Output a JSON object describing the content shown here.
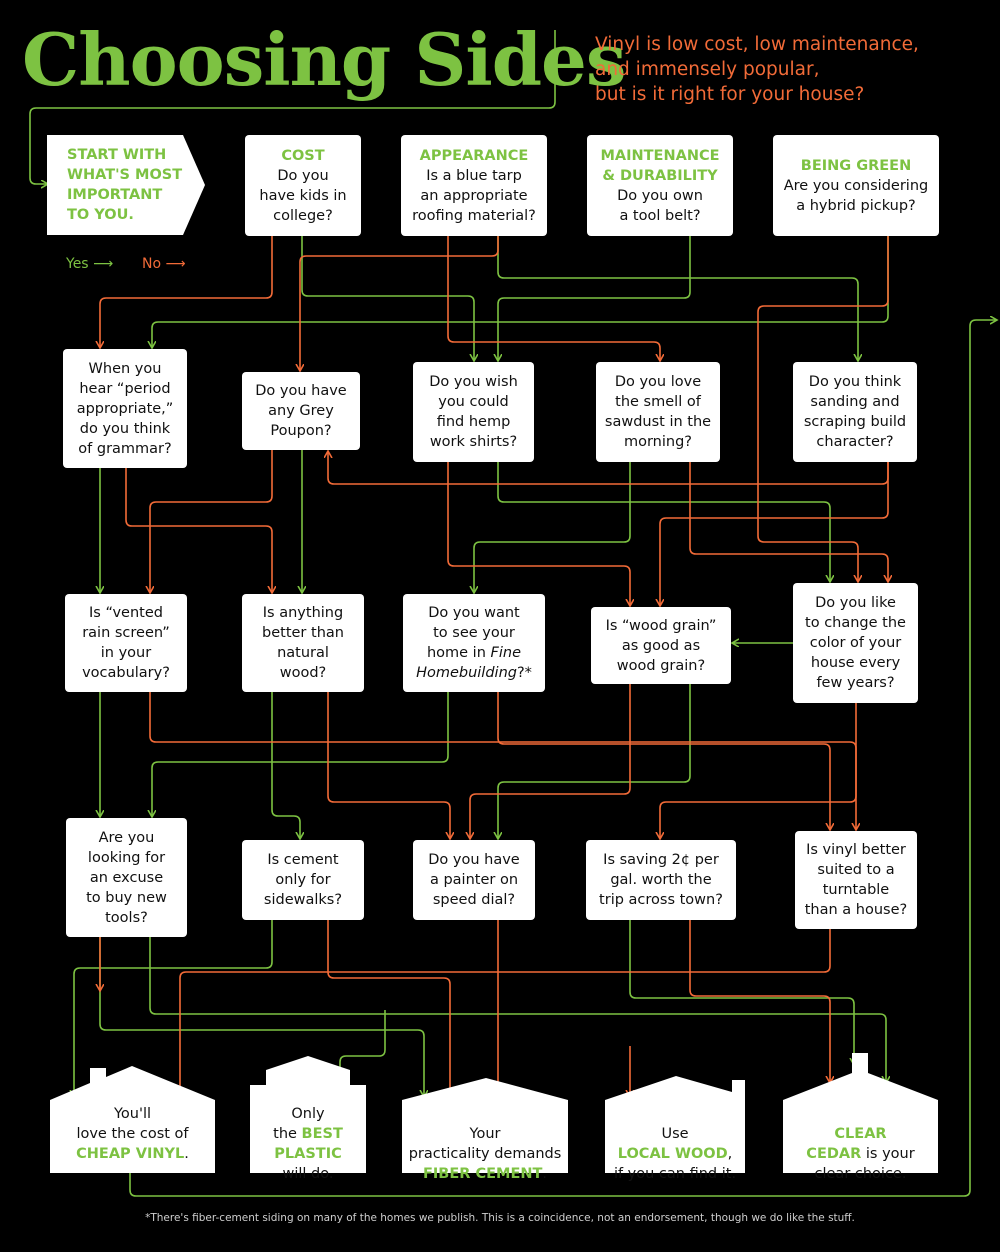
{
  "header": {
    "title": "Choosing Sides",
    "subtitle_lines": [
      "Vinyl is low cost, low maintenance,",
      "and immensely popular,",
      "but is it right for your house?"
    ]
  },
  "colors": {
    "background": "#000000",
    "green": "#7dc242",
    "orange": "#f26b38",
    "box": "#ffffff"
  },
  "start": {
    "text": "START WITH\nWHAT'S MOST\nIMPORTANT\nTO YOU."
  },
  "legend": {
    "yes": "Yes",
    "no": "No"
  },
  "categories": {
    "cost": {
      "label": "COST",
      "question": "Do you\nhave kids in\ncollege?"
    },
    "appearance": {
      "label": "APPEARANCE",
      "question": "Is a blue tarp\nan appropriate\nroofing material?"
    },
    "maintenance": {
      "label": "MAINTENANCE\n& DURABILITY",
      "question": "Do you own\na tool belt?"
    },
    "green": {
      "label": "BEING GREEN",
      "question": "Are you considering\na hybrid pickup?"
    }
  },
  "questions": {
    "period": "When you\nhear “period\nappropriate,”\ndo you think\nof grammar?",
    "poupon": "Do you have\nany Grey\nPoupon?",
    "hemp": "Do you wish\nyou could\nfind hemp\nwork shirts?",
    "sawdust": "Do you love\nthe smell of\nsawdust in the\nmorning?",
    "sanding": "Do you think\nsanding and\nscraping build\ncharacter?",
    "vented": "Is “vented\nrain screen”\nin your\nvocabulary?",
    "natural": "Is anything\nbetter than\nnatural\nwood?",
    "finehome_pre": "Do you want\nto see your\nhome in ",
    "finehome_italic": "Fine\nHomebuilding",
    "finehome_post": "?*",
    "woodgrain": "Is “wood grain”\nas good as\nwood grain?",
    "color": "Do you like\nto change the\ncolor of your\nhouse every\nfew years?",
    "tools": "Are you\nlooking for\nan excuse\nto buy new\ntools?",
    "cement": "Is cement\nonly for\nsidewalks?",
    "painter": "Do you have\na painter on\nspeed dial?",
    "saving": "Is saving 2¢ per\ngal. worth the\ntrip across town?",
    "turntable": "Is vinyl better\nsuited to a\nturntable\nthan a house?"
  },
  "outcomes": {
    "vinyl": {
      "pre": "You'll\nlove the cost of\n",
      "highlight": "CHEAP VINYL",
      "post": "."
    },
    "plastic": {
      "pre": "Only\nthe ",
      "highlight": "BEST\nPLASTIC",
      "post": "\nwill do."
    },
    "fiber": {
      "pre": "Your\npracticality demands\n",
      "highlight": "FIBER CEMENT",
      "post": "."
    },
    "local": {
      "pre": "Use\n",
      "highlight": "LOCAL WOOD",
      "post": ",\nif you can find it."
    },
    "cedar": {
      "pre": "",
      "highlight": "CLEAR\nCEDAR",
      "post": " is your\nclear choice."
    }
  },
  "footnote": "*There's fiber-cement siding on many of the homes we publish. This is a coincidence, not an endorsement, though we do like the stuff."
}
